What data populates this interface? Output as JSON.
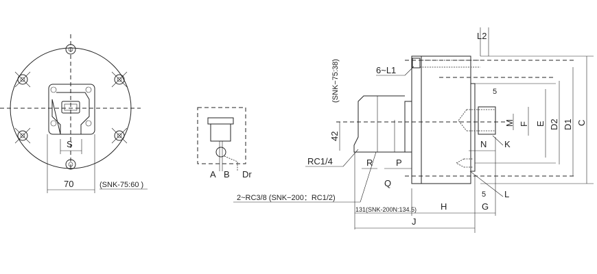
{
  "front_view": {
    "dim_s": "S",
    "dim_70": "70",
    "note_snk75": "(SNK-75:60 )"
  },
  "symbol": {
    "port_a": "A",
    "port_b": "B",
    "port_dr": "Dr"
  },
  "side_view": {
    "l2": "L2",
    "l1": "6~L1",
    "snk75_38": "(SNK−75:38)",
    "dim_42": "42",
    "rc14": "RC1/4",
    "r": "R",
    "p": "P",
    "q": "Q",
    "rc38": "2~RC3/8 (SNK−200：RC1/2)",
    "dim_5_top": "5",
    "m": "M",
    "f": "F",
    "e": "E",
    "d2": "D2",
    "d1": "D1",
    "c": "C",
    "n": "N",
    "k": "K",
    "l": "L",
    "dim_5_bottom": "5",
    "dim_131": "131(SNK-200N:134.5)",
    "h": "H",
    "g": "G",
    "j": "J"
  }
}
